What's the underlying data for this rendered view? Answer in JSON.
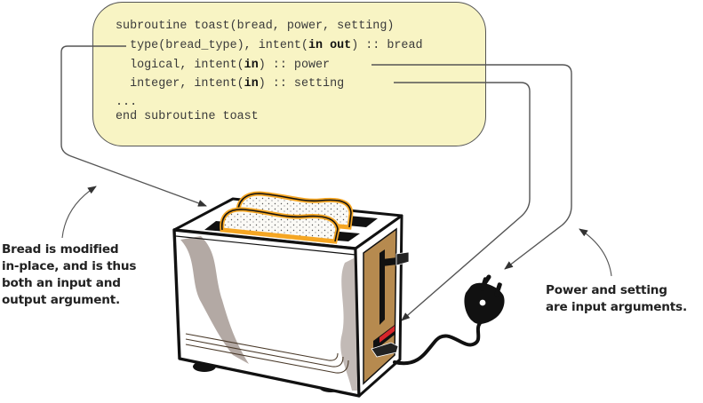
{
  "code": {
    "lines": [
      {
        "id": "signature",
        "parts": [
          {
            "t": "subroutine toast(bread, power, setting)",
            "b": false
          }
        ]
      },
      {
        "id": "decl-bread",
        "parts": [
          {
            "t": "  type(bread_type), intent(",
            "b": false
          },
          {
            "t": "in out",
            "b": true
          },
          {
            "t": ") :: bread",
            "b": false
          }
        ]
      },
      {
        "id": "decl-power",
        "parts": [
          {
            "t": "  logical, intent(",
            "b": false
          },
          {
            "t": "in",
            "b": true
          },
          {
            "t": ") :: power",
            "b": false
          }
        ]
      },
      {
        "id": "decl-setting",
        "parts": [
          {
            "t": "  integer, intent(",
            "b": false
          },
          {
            "t": "in",
            "b": true
          },
          {
            "t": ") :: setting",
            "b": false
          }
        ]
      },
      {
        "id": "ellipsis",
        "parts": [
          {
            "t": "...",
            "b": false
          }
        ]
      },
      {
        "id": "end",
        "parts": [
          {
            "t": "end subroutine toast",
            "b": false
          }
        ]
      }
    ]
  },
  "annotations": {
    "bread_note": "Bread is modified\nin-place, and is thus\nboth an input and\noutput argument.",
    "inputs_note": "Power and setting\nare input arguments."
  },
  "colors": {
    "code_bg": "#f8f4c4",
    "connector": "#555555",
    "toast_crust": "#f5a623",
    "toaster_side": "#b68a4f",
    "dial_red": "#d8262b",
    "shadow": "#b3a9a4"
  },
  "illustration": {
    "subject": "toaster-with-two-slices-of-bread",
    "accessory": "power-plug-with-cord"
  }
}
